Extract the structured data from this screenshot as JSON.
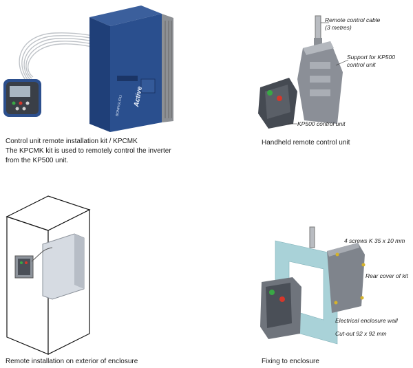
{
  "panels": {
    "kit": {
      "caption_line1": "Control unit remote installation kit  / KPCMK",
      "caption_line2": "The KPCMK kit is used to remotely control the inverter",
      "caption_line3": "from the KP500 unit."
    },
    "handheld": {
      "caption": "Handheld remote control unit",
      "label_cable_1": "Remote control cable",
      "label_cable_2": "(3 metres)",
      "label_support_1": "Support for KP500",
      "label_support_2": "control unit",
      "label_unit": "KP500 control unit"
    },
    "exterior": {
      "caption": "Remote installation on exterior of enclosure"
    },
    "fixing": {
      "caption": "Fixing to enclosure",
      "label_screws": "4 screws K 35 x 10 mm",
      "label_rear": "Rear cover of kit",
      "label_wall": "Electrical enclosure wall",
      "label_cutout": "Cut-out 92 x 92 mm"
    }
  },
  "product_marks": {
    "brand_small": "BONFIGLIOLI",
    "product_name": "Active"
  },
  "colors": {
    "inverter_blue": "#2a4f8e",
    "keypad_green": "#39a845",
    "keypad_red": "#d5372b",
    "wall_cyan": "#a9d2d8"
  }
}
